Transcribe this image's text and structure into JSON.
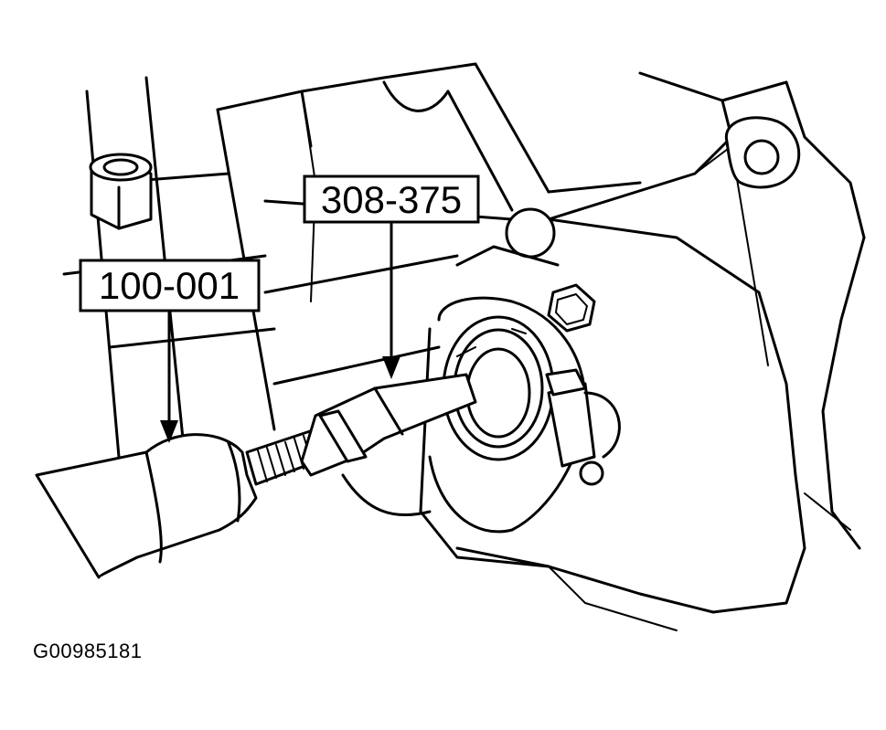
{
  "callouts": {
    "tool_left": "100-001",
    "tool_right": "308-375"
  },
  "figure_id": "G00985181"
}
